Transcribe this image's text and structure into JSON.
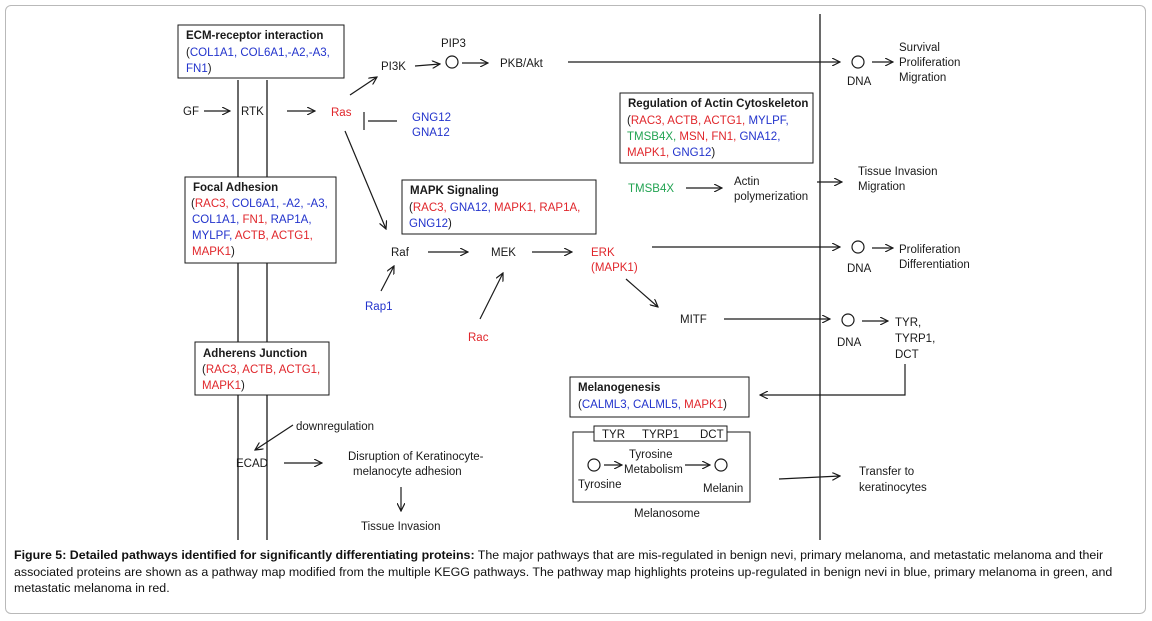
{
  "colors": {
    "blue": "#2233cc",
    "green": "#22a352",
    "red": "#e0262b",
    "black": "#1a1a1a"
  },
  "nodes": {
    "pip3": "PIP3",
    "pi3k": "PI3K",
    "pkb_akt": "PKB/Akt",
    "gf": "GF",
    "rtk": "RTK",
    "ras": "Ras",
    "gng12": "GNG12",
    "gna12": "GNA12",
    "raf": "Raf",
    "mek": "MEK",
    "erk": "ERK",
    "erk_mapk1": "(MAPK1)",
    "rap1": "Rap1",
    "rac": "Rac",
    "mitf": "MITF",
    "tmsb4x": "TMSB4X",
    "actin_1": "Actin",
    "actin_2": "polymerization",
    "ecad": "ECAD",
    "downregulation": "downregulation",
    "disruption_1": "Disruption of Keratinocyte-",
    "disruption_2": "melanocyte adhesion",
    "tissue_invasion": "Tissue Invasion",
    "dna": "DNA",
    "out_survival": "Survival",
    "out_proliferation": "Proliferation",
    "out_migration": "Migration",
    "out_tissue_invasion": "Tissue Invasion",
    "out_migration2": "Migration",
    "out_proliferation2": "Proliferation",
    "out_differentiation": "Differentiation",
    "out_tyr": "TYR,",
    "out_tyrp1": "TYRP1,",
    "out_dct": "DCT",
    "transfer_1": "Transfer to",
    "transfer_2": "keratinocytes"
  },
  "boxes": {
    "ecm": {
      "title": "ECM-receptor interaction",
      "l1": "COL1A1, COL6A1,-A2,-A3,",
      "l2": "FN1",
      "open": "(",
      "close": ")"
    },
    "actin_reg": {
      "title": "Regulation of Actin Cytoskeleton",
      "l1": [
        "RAC3, ",
        "ACTB, ",
        "ACTG1, ",
        "MYLPF,"
      ],
      "l2": [
        "TMSB4X, ",
        "MSN, ",
        "FN1, ",
        "GNA12,"
      ],
      "l3": [
        "MAPK1, ",
        "GNG12"
      ]
    },
    "focal": {
      "title": "Focal Adhesion",
      "l1": [
        "RAC3, ",
        "COL6A1, -A2, -A3,"
      ],
      "l2": [
        "COL1A1, ",
        "FN1, ",
        "RAP1A,"
      ],
      "l3": [
        "MYLPF, ",
        "ACTB, ",
        "ACTG1,"
      ],
      "l4": "MAPK1"
    },
    "mapk": {
      "title": "MAPK Signaling",
      "l1": [
        "RAC3, ",
        "GNA12, ",
        "MAPK1, ",
        "RAP1A,"
      ],
      "l2": "GNG12"
    },
    "adherens": {
      "title": "Adherens Junction",
      "l1": [
        "RAC3, ",
        "ACTB, ",
        "ACTG1,"
      ],
      "l2": "MAPK1"
    },
    "melanogenesis": {
      "title": "Melanogenesis",
      "l1": [
        "CALML3, ",
        "CALML5, ",
        "MAPK1"
      ]
    },
    "melanosome": {
      "tab_tyr": "TYR",
      "tab_tyrp1": "TYRP1",
      "tab_dct": "DCT",
      "tyrosine": "Tyrosine",
      "metab_1": "Tyrosine",
      "metab_2": "Metabolism",
      "melanin": "Melanin",
      "label": "Melanosome"
    }
  },
  "caption": {
    "title": "Figure 5: Detailed pathways identified for significantly differentiating proteins:",
    "body": " The major pathways that are mis-regulated in benign nevi, primary melanoma, and metastatic melanoma and their associated proteins are shown as a pathway map modified from the multiple KEGG pathways. The pathway map highlights proteins up-regulated in benign nevi in blue, primary melanoma in green, and metastatic melanoma in red."
  }
}
